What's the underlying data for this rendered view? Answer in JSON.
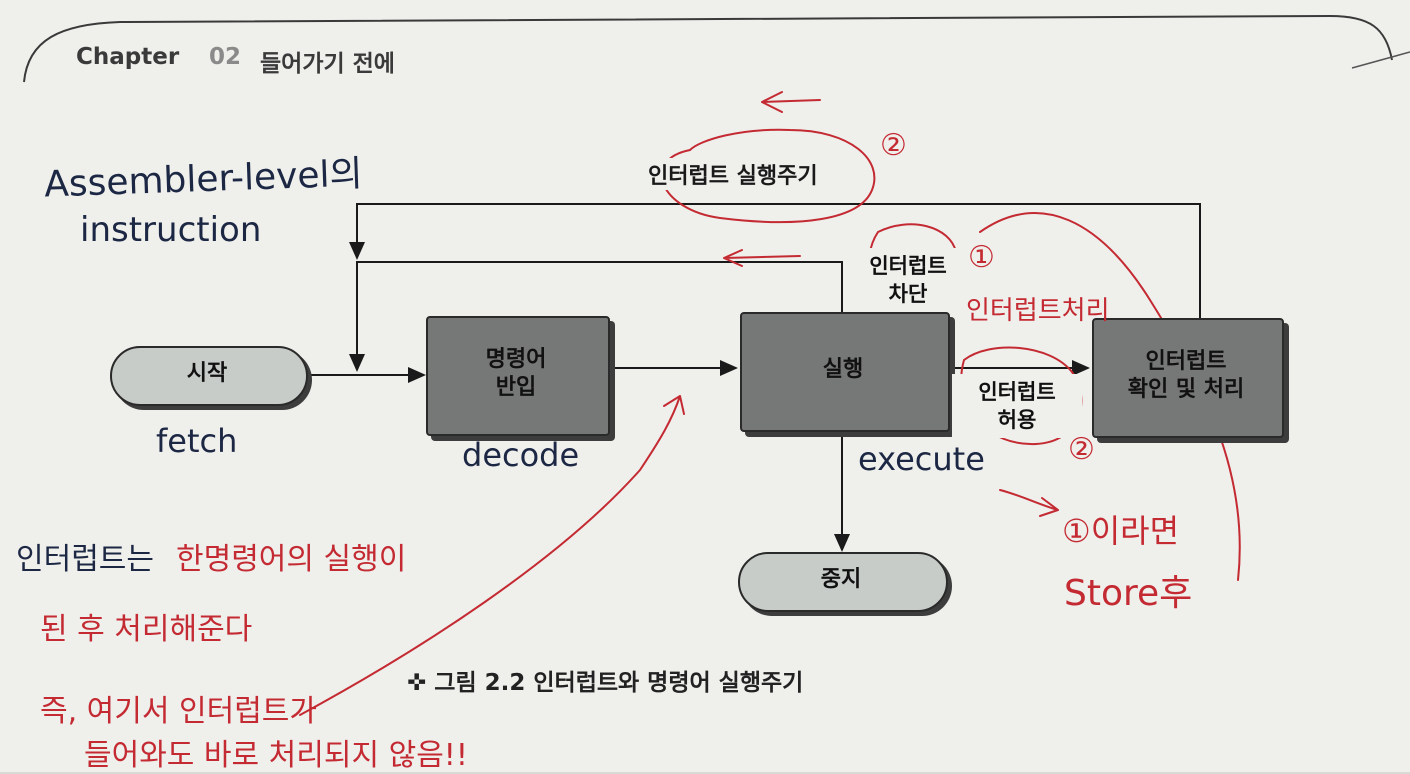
{
  "header": {
    "chapter_label": "Chapter",
    "chapter_number": "02",
    "chapter_title": "들어가기 전에"
  },
  "diagram": {
    "start": "시작",
    "fetch_decode": "명령어\n반입",
    "execute": "실행",
    "stop": "중지",
    "interrupt_handle": "인터럽트\n확인 및 처리",
    "interrupt_cycle_label": "인터럽트 실행주기",
    "interrupt_disabled_label": "인터럽트\n차단",
    "interrupt_enabled_label": "인터럽트\n허용"
  },
  "caption": {
    "symbol": "✜",
    "text": "그림 2.2  인터럽트와 명령어 실행주기"
  },
  "handwriting": {
    "blue": {
      "line1": "Assembler-level의",
      "line2": "instruction",
      "fetch": "fetch",
      "decode": "decode",
      "execute": "execute",
      "note_prefix": "인터럽트는"
    },
    "red": {
      "circle_2_top": "②",
      "circle_1_top": "①",
      "interrupt_process": "인터럽트처리",
      "circle_2_bottom": "②",
      "if_one": "①이라면",
      "store_after": "Store후",
      "note_line1": "한명령어의 실행이",
      "note_line2": "된 후 처리해준다",
      "note_line3": "즉, 여기서 인터럽트가",
      "note_line4": "들어와도 바로 처리되지 않음!!"
    },
    "ink_colors": {
      "blue": "#1c2744",
      "red": "#c42a32"
    }
  }
}
